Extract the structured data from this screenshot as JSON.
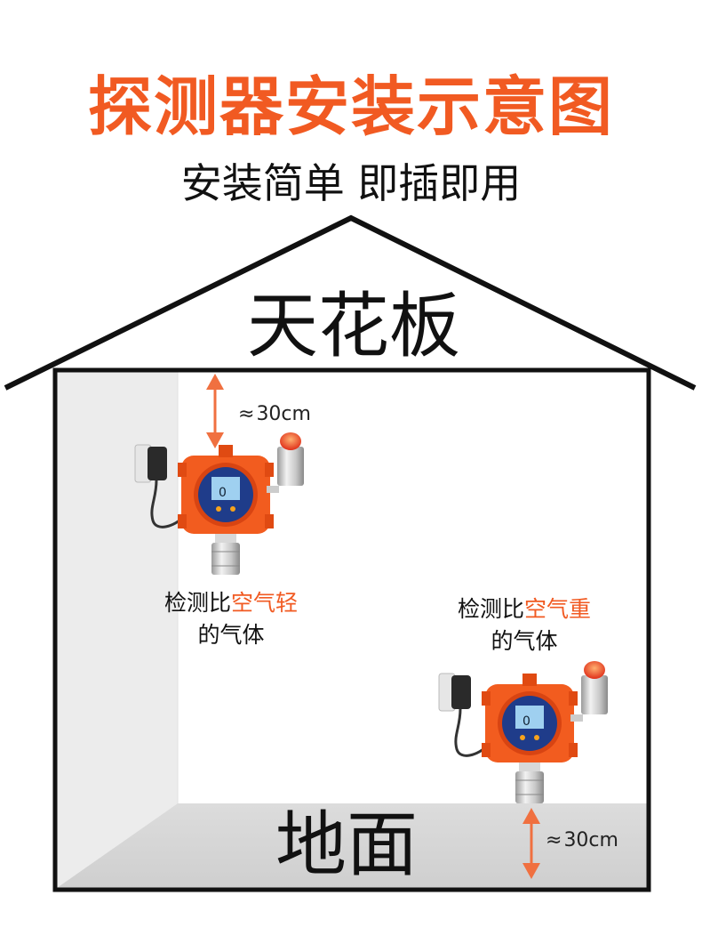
{
  "title": "探测器安装示意图",
  "subtitle": "安装简单 即插即用",
  "ceiling_label": "天花板",
  "floor_label": "地面",
  "top_distance": "30cm",
  "bottom_distance": "30cm",
  "distance_prefix": "≈",
  "light_gas_note": {
    "line1_plain": "检测比",
    "line1_highlight": "空气轻",
    "line2": "的气体"
  },
  "heavy_gas_note": {
    "line1_plain": "检测比",
    "line1_highlight": "空气重",
    "line2": "的气体"
  },
  "detector_screen_value": "0",
  "colors": {
    "title": "#f15a22",
    "accent": "#f15a22",
    "arrow": "#f07040",
    "detector_body": "#f25c1f",
    "wall_shade": "#ececec",
    "floor_shade": "#d6d6d6"
  }
}
